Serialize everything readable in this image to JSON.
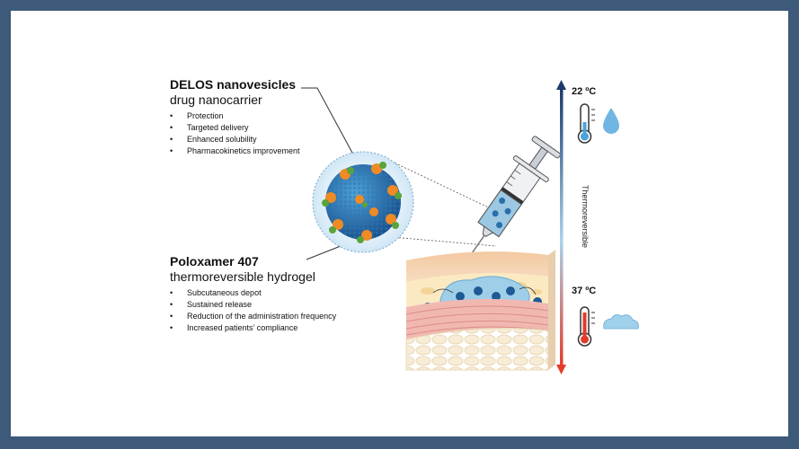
{
  "carrier": {
    "title": "DELOS nanovesicles",
    "subtitle": "drug nanocarrier",
    "items": [
      "Protection",
      "Targeted delivery",
      "Enhanced solubility",
      "Pharmacokinetics improvement"
    ]
  },
  "hydrogel": {
    "title": "Poloxamer 407",
    "subtitle": "thermoreversible hydrogel",
    "items": [
      "Subcutaneous depot",
      "Sustained release",
      "Reduction of the administration frequency",
      "Increased patients’ compliance"
    ]
  },
  "temperature": {
    "cold_label": "22 ºC",
    "warm_label": "37 ºC",
    "axis_label": "Thermoreversible"
  },
  "icons": [
    "thermometer-cold-icon",
    "droplet-icon",
    "thermometer-warm-icon",
    "gel-cloud-icon",
    "syringe-icon",
    "nanovesicle-icon",
    "skin-section-icon"
  ],
  "colors": {
    "frame": "#3e5a7a",
    "gradient_top": "#1d3a6b",
    "gradient_mid": "#a9d3ea",
    "gradient_bottom": "#e33b2b"
  }
}
